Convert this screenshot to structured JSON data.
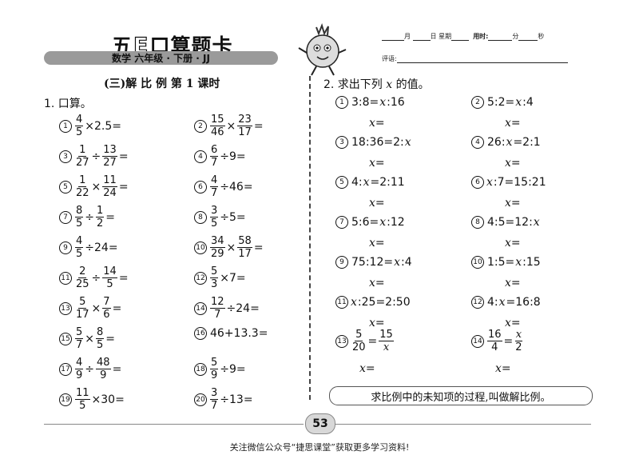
{
  "header": {
    "brand_prefix": "五",
    "brand_letter": "E",
    "brand_suffix": "口算题卡",
    "subject_line": "数学  六年级 · 下册 · JJ",
    "date_month": "月",
    "date_day": "日",
    "date_week": "星期",
    "time_label": "用时:",
    "time_min": "分",
    "time_sec": "秒",
    "comment_label": "评语:"
  },
  "lesson_title": "(三)解  比  例  第 1 课时",
  "section1": {
    "title": "1. 口算。",
    "problems": [
      {
        "num": "1",
        "parts": [
          {
            "f": [
              "4",
              "5"
            ]
          },
          {
            "t": "×2.5="
          }
        ]
      },
      {
        "num": "2",
        "parts": [
          {
            "f": [
              "15",
              "46"
            ]
          },
          {
            "t": "×"
          },
          {
            "f": [
              "23",
              "17"
            ]
          },
          {
            "t": "="
          }
        ]
      },
      {
        "num": "3",
        "parts": [
          {
            "f": [
              "1",
              "27"
            ]
          },
          {
            "t": "÷"
          },
          {
            "f": [
              "13",
              "27"
            ]
          },
          {
            "t": "="
          }
        ]
      },
      {
        "num": "4",
        "parts": [
          {
            "f": [
              "6",
              "7"
            ]
          },
          {
            "t": "÷9="
          }
        ]
      },
      {
        "num": "5",
        "parts": [
          {
            "f": [
              "1",
              "22"
            ]
          },
          {
            "t": "×"
          },
          {
            "f": [
              "11",
              "24"
            ]
          },
          {
            "t": "="
          }
        ]
      },
      {
        "num": "6",
        "parts": [
          {
            "f": [
              "4",
              "7"
            ]
          },
          {
            "t": "÷46="
          }
        ]
      },
      {
        "num": "7",
        "parts": [
          {
            "f": [
              "8",
              "5"
            ]
          },
          {
            "t": "÷"
          },
          {
            "f": [
              "1",
              "2"
            ]
          },
          {
            "t": "="
          }
        ]
      },
      {
        "num": "8",
        "parts": [
          {
            "f": [
              "3",
              "5"
            ]
          },
          {
            "t": "÷5="
          }
        ]
      },
      {
        "num": "9",
        "parts": [
          {
            "f": [
              "4",
              "5"
            ]
          },
          {
            "t": "÷24="
          }
        ]
      },
      {
        "num": "10",
        "parts": [
          {
            "f": [
              "34",
              "29"
            ]
          },
          {
            "t": "×"
          },
          {
            "f": [
              "58",
              "17"
            ]
          },
          {
            "t": "="
          }
        ]
      },
      {
        "num": "11",
        "parts": [
          {
            "f": [
              "2",
              "25"
            ]
          },
          {
            "t": "÷"
          },
          {
            "f": [
              "14",
              "5"
            ]
          },
          {
            "t": "="
          }
        ]
      },
      {
        "num": "12",
        "parts": [
          {
            "f": [
              "5",
              "3"
            ]
          },
          {
            "t": "×7="
          }
        ]
      },
      {
        "num": "13",
        "parts": [
          {
            "f": [
              "5",
              "17"
            ]
          },
          {
            "t": "×"
          },
          {
            "f": [
              "7",
              "6"
            ]
          },
          {
            "t": "="
          }
        ]
      },
      {
        "num": "14",
        "parts": [
          {
            "f": [
              "12",
              "7"
            ]
          },
          {
            "t": "÷24="
          }
        ]
      },
      {
        "num": "15",
        "parts": [
          {
            "f": [
              "5",
              "7"
            ]
          },
          {
            "t": "×"
          },
          {
            "f": [
              "8",
              "5"
            ]
          },
          {
            "t": "="
          }
        ]
      },
      {
        "num": "16",
        "parts": [
          {
            "t": "46+13.3="
          }
        ]
      },
      {
        "num": "17",
        "parts": [
          {
            "f": [
              "4",
              "9"
            ]
          },
          {
            "t": "÷"
          },
          {
            "f": [
              "48",
              "9"
            ]
          },
          {
            "t": "="
          }
        ]
      },
      {
        "num": "18",
        "parts": [
          {
            "f": [
              "5",
              "9"
            ]
          },
          {
            "t": "÷9="
          }
        ]
      },
      {
        "num": "19",
        "parts": [
          {
            "f": [
              "11",
              "5"
            ]
          },
          {
            "t": "×30="
          }
        ]
      },
      {
        "num": "20",
        "parts": [
          {
            "f": [
              "3",
              "7"
            ]
          },
          {
            "t": "÷13="
          }
        ]
      }
    ]
  },
  "section2": {
    "title_pre": "2. 求出下列",
    "title_var": "x",
    "title_post": "的值。",
    "answer_label": "x=",
    "problems": [
      {
        "num": "1",
        "parts": [
          {
            "t": "3:8="
          },
          {
            "v": "x"
          },
          {
            "t": ":16"
          }
        ]
      },
      {
        "num": "2",
        "parts": [
          {
            "t": "5:2="
          },
          {
            "v": "x"
          },
          {
            "t": ":4"
          }
        ]
      },
      {
        "num": "3",
        "parts": [
          {
            "t": "18:36=2:"
          },
          {
            "v": "x"
          }
        ]
      },
      {
        "num": "4",
        "parts": [
          {
            "t": "26:"
          },
          {
            "v": "x"
          },
          {
            "t": "=2:1"
          }
        ]
      },
      {
        "num": "5",
        "parts": [
          {
            "t": "4:"
          },
          {
            "v": "x"
          },
          {
            "t": "=2:11"
          }
        ]
      },
      {
        "num": "6",
        "parts": [
          {
            "v": "x"
          },
          {
            "t": ":7=15:21"
          }
        ]
      },
      {
        "num": "7",
        "parts": [
          {
            "t": "5:6="
          },
          {
            "v": "x"
          },
          {
            "t": ":12"
          }
        ]
      },
      {
        "num": "8",
        "parts": [
          {
            "t": "4:5=12:"
          },
          {
            "v": "x"
          }
        ]
      },
      {
        "num": "9",
        "parts": [
          {
            "t": "75:12="
          },
          {
            "v": "x"
          },
          {
            "t": ":4"
          }
        ]
      },
      {
        "num": "10",
        "parts": [
          {
            "t": "1:5="
          },
          {
            "v": "x"
          },
          {
            "t": ":15"
          }
        ]
      },
      {
        "num": "11",
        "parts": [
          {
            "v": "x"
          },
          {
            "t": ":25=2:50"
          }
        ]
      },
      {
        "num": "12",
        "parts": [
          {
            "t": "4:"
          },
          {
            "v": "x"
          },
          {
            "t": "=16:8"
          }
        ]
      },
      {
        "num": "13",
        "parts": [
          {
            "f": [
              "5",
              "20"
            ]
          },
          {
            "t": "="
          },
          {
            "f": [
              "15",
              "x"
            ]
          }
        ]
      },
      {
        "num": "14",
        "parts": [
          {
            "f": [
              "16",
              "4"
            ]
          },
          {
            "t": "="
          },
          {
            "f": [
              "x",
              "2"
            ]
          }
        ]
      }
    ]
  },
  "definition": "求比例中的未知项的过程,叫做解比例。",
  "page_number": "53",
  "footer_note": "关注微信公众号“捷思课堂”获取更多学习资料!"
}
